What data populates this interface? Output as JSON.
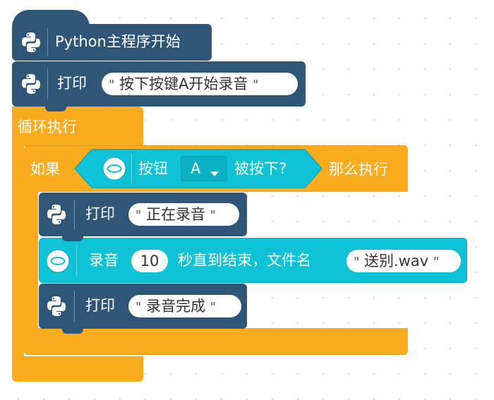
{
  "blocks": {
    "start": {
      "label": "Python主程序开始",
      "icon": "python-logo"
    },
    "print1": {
      "label": "打印",
      "value": "按下按键A开始录音",
      "icon": "python-logo"
    },
    "loop": {
      "label": "循环执行"
    },
    "if_block": {
      "label": "如果",
      "then": "那么执行",
      "condition": {
        "prefix": "按钮",
        "dropdown": "A",
        "suffix": "被按下?",
        "icon": "circle-board"
      }
    },
    "print2": {
      "label": "打印",
      "value": "正在录音",
      "icon": "python-logo"
    },
    "record": {
      "label": "录音",
      "seconds": "10",
      "middle": "秒直到结束，文件名",
      "filename": "送别.wav",
      "icon": "circle-board"
    },
    "print3": {
      "label": "打印",
      "value": "录音完成",
      "icon": "python-logo"
    }
  },
  "colors": {
    "python_block": "#2f5677",
    "loop_block": "#fbab1e",
    "sensor_block": "#0fc2d6",
    "background": "#ffffff"
  },
  "quote_char": "\""
}
